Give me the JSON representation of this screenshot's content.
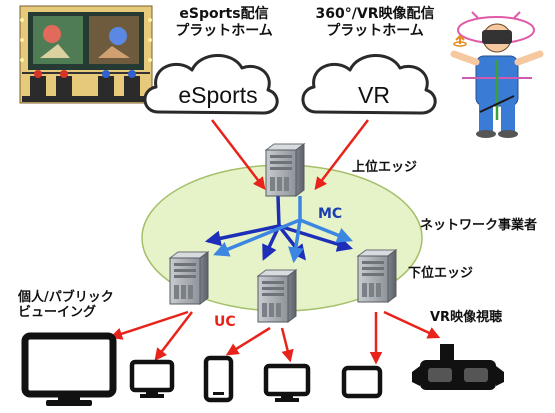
{
  "labels": {
    "esports_platform": [
      "eSports配信",
      "プラットホーム"
    ],
    "vr_platform": [
      "360°/VR映像配信",
      "プラットホーム"
    ],
    "upper_edge": "上位エッジ",
    "mc": "MC",
    "network_operator": "ネットワーク事業者",
    "lower_edge": "下位エッジ",
    "public_viewing": [
      "個人/パブリック",
      "ビューイング"
    ],
    "uc": "UC",
    "vr_viewing": "VR映像視聴"
  },
  "clouds": {
    "esports": "eSports",
    "vr": "VR"
  },
  "colors": {
    "red_arrow": "#e8231b",
    "blue_dark": "#1d2fb8",
    "blue_light": "#3a86e0",
    "network_fill": "#e6f2c7",
    "server_gray": "#9aa0a6",
    "device_black": "#111111"
  },
  "icons": {
    "esports_image": "esports-stage-illustration",
    "vr_person": "vr-headset-person-illustration",
    "server": "server-icon",
    "tv": "monitor-icon",
    "tablet": "tablet-icon",
    "phone": "smartphone-icon",
    "vr_headset": "vr-headset-icon"
  }
}
